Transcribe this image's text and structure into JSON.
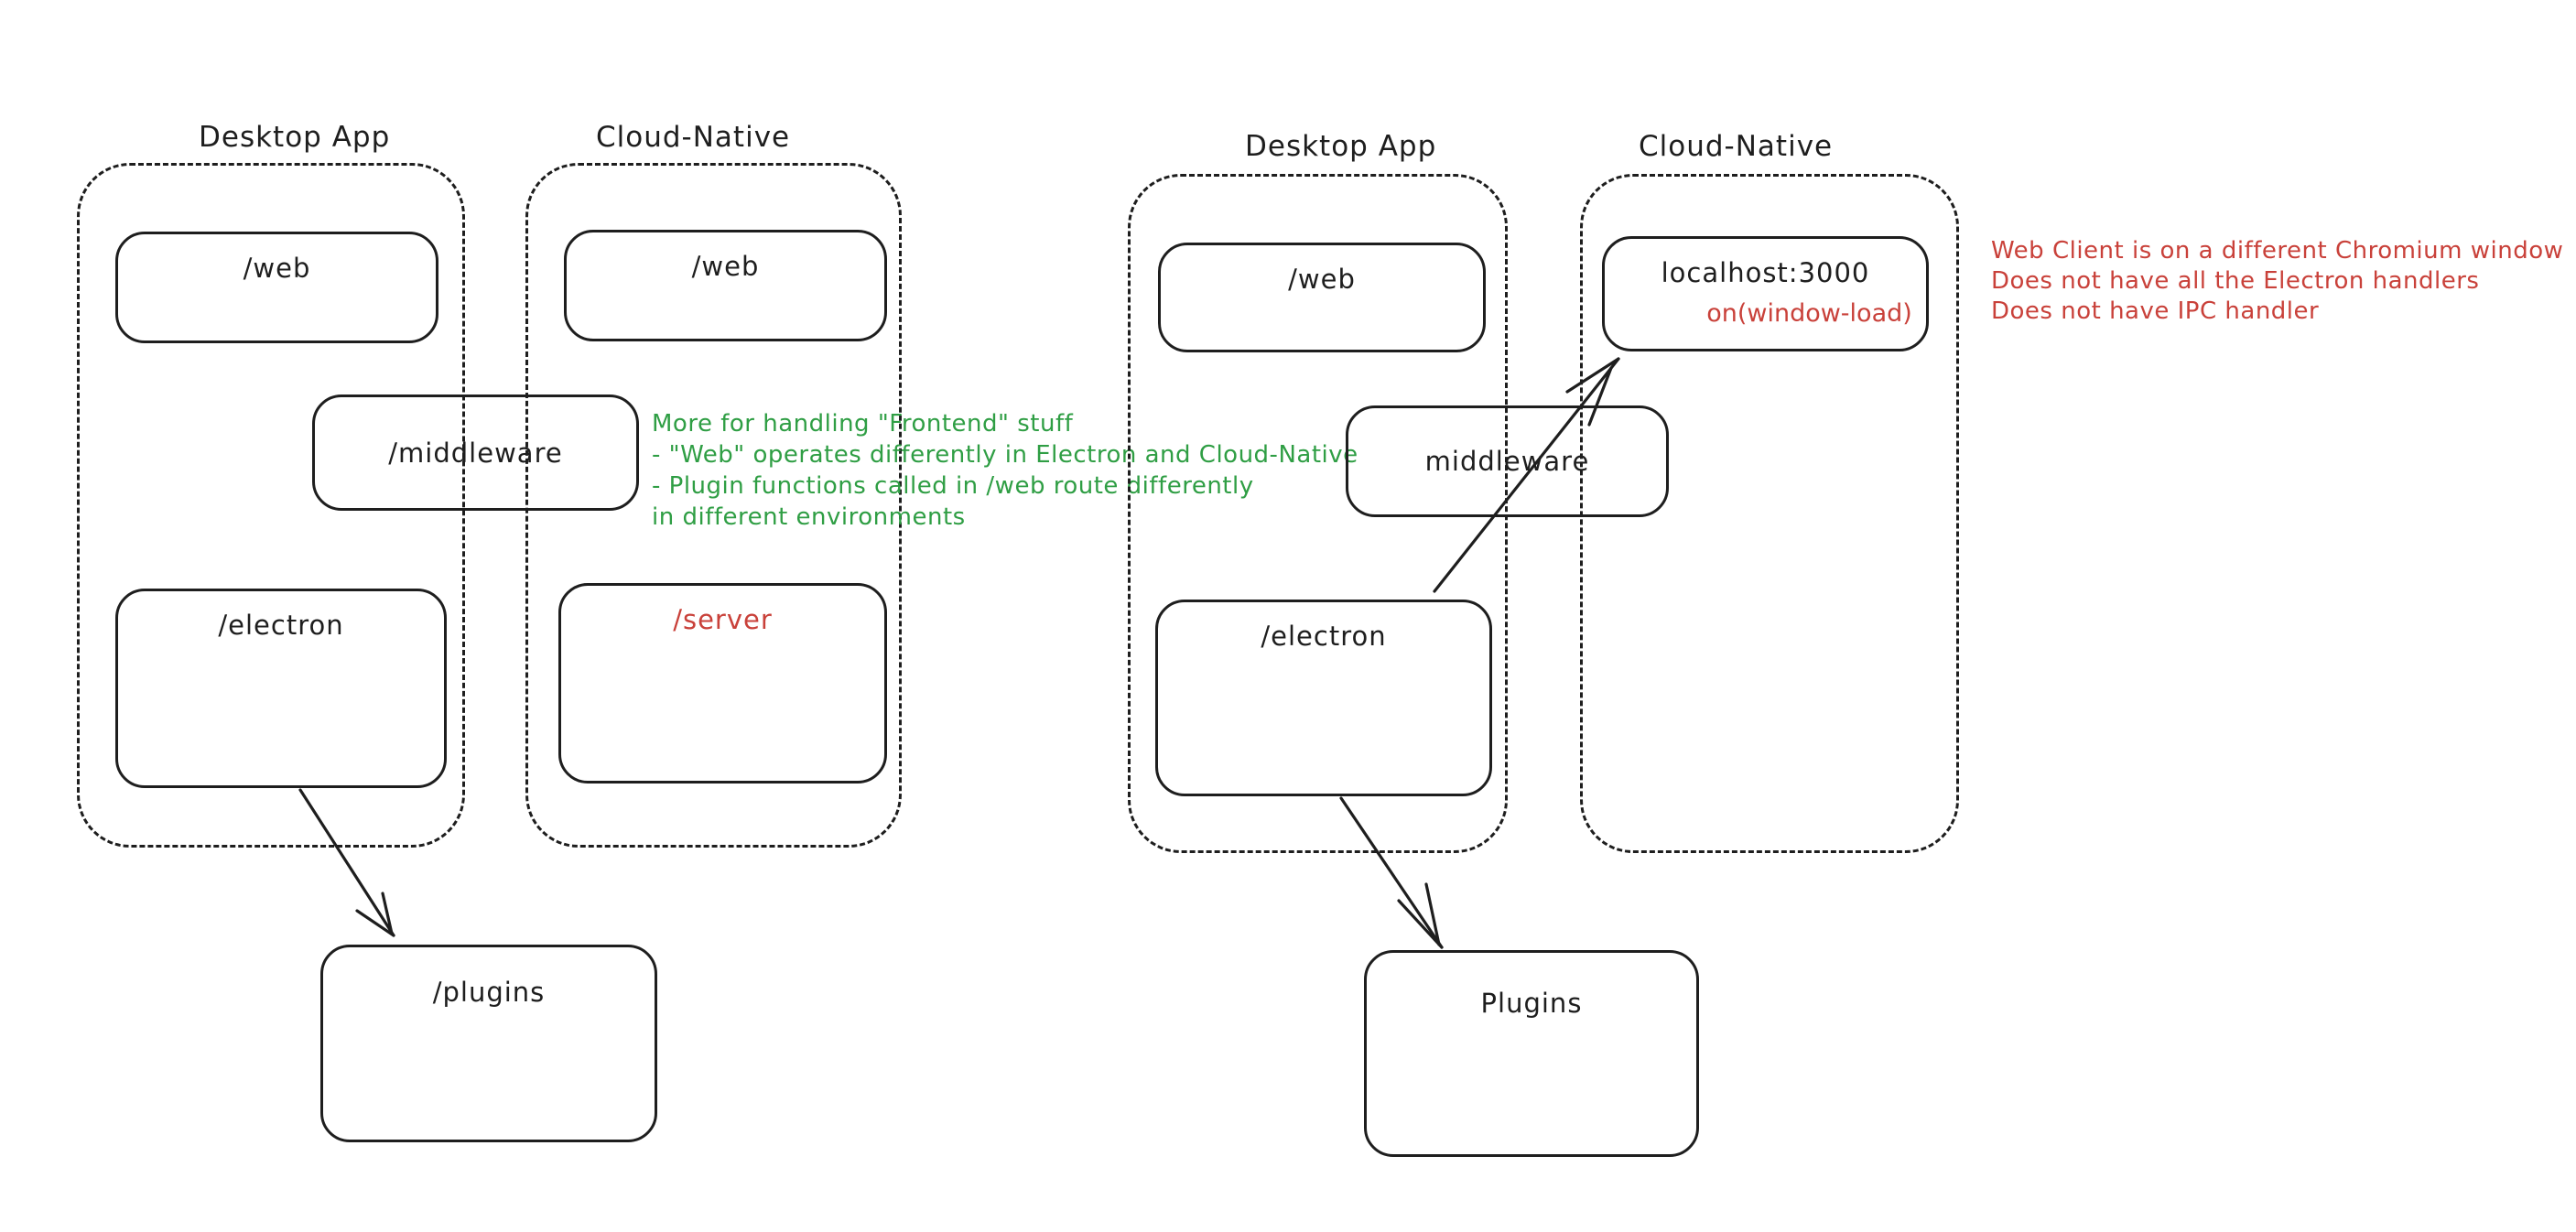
{
  "colors": {
    "ink": "#1e1e1e",
    "green": "#2f9e44",
    "red": "#c9413a",
    "background": "#ffffff"
  },
  "left_diagram": {
    "desktop_app_title": "Desktop App",
    "cloud_native_title": "Cloud-Native",
    "web_desktop_label": "/web",
    "web_cloud_label": "/web",
    "middleware_label": "/middleware",
    "electron_label": "/electron",
    "server_label": "/server",
    "plugins_label": "/plugins",
    "green_note_lines": [
      "More for handling \"Frontend\" stuff",
      "- \"Web\" operates differently in Electron and Cloud-Native",
      "- Plugin functions called in /web route differently",
      "in different environments"
    ]
  },
  "right_diagram": {
    "desktop_app_title": "Desktop App",
    "cloud_native_title": "Cloud-Native",
    "web_label": "/web",
    "middleware_label": "middleware",
    "electron_label": "/electron",
    "localhost_label": "localhost:3000",
    "window_load_label": "on(window-load)",
    "plugins_label": "Plugins",
    "red_note_lines": [
      "Web Client is on a different Chromium window",
      "Does not have all the Electron handlers",
      "Does not have IPC handler"
    ]
  }
}
